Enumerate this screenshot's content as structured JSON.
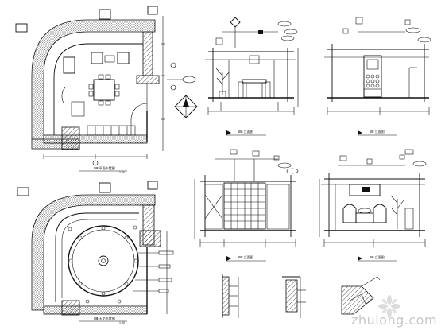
{
  "drawing": {
    "plan_top_title": "ⅢⅢ 平面布置图",
    "plan_top_scale": "1:50",
    "plan_bottom_title": "ⅢⅢ 天花布置图",
    "plan_bottom_scale": "1:50",
    "elev_a_title": "ⅢⅢ 立面图",
    "elev_b_title": "ⅢⅢ 立面图",
    "elev_c_title": "ⅢⅢ 立面图",
    "elev_d_title": "ⅢⅢ 立面图"
  },
  "watermark": {
    "text": "zhulong.com"
  },
  "colors": {
    "line": "#111111",
    "watermark": "#c9c9c9",
    "background": "#ffffff"
  }
}
